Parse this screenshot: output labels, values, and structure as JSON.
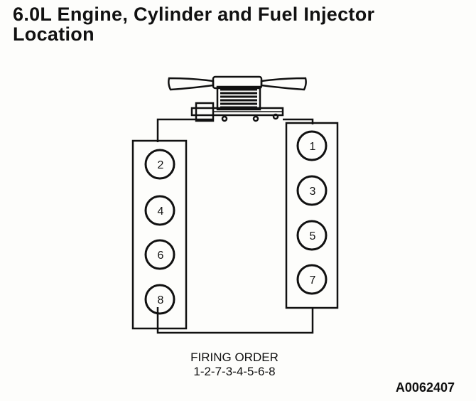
{
  "title": {
    "line1": "6.0L Engine, Cylinder and Fuel Injector",
    "line2": "Location"
  },
  "left_bank": [
    "2",
    "4",
    "6",
    "8"
  ],
  "right_bank": [
    "1",
    "3",
    "5",
    "7"
  ],
  "firing": {
    "label": "FIRING ORDER",
    "order": "1-2-7-3-4-5-6-8"
  },
  "figure_code": "A0062407",
  "colors": {
    "ink": "#111111",
    "paper": "#fdfdfb"
  },
  "icons": [
    "fan-icon"
  ]
}
